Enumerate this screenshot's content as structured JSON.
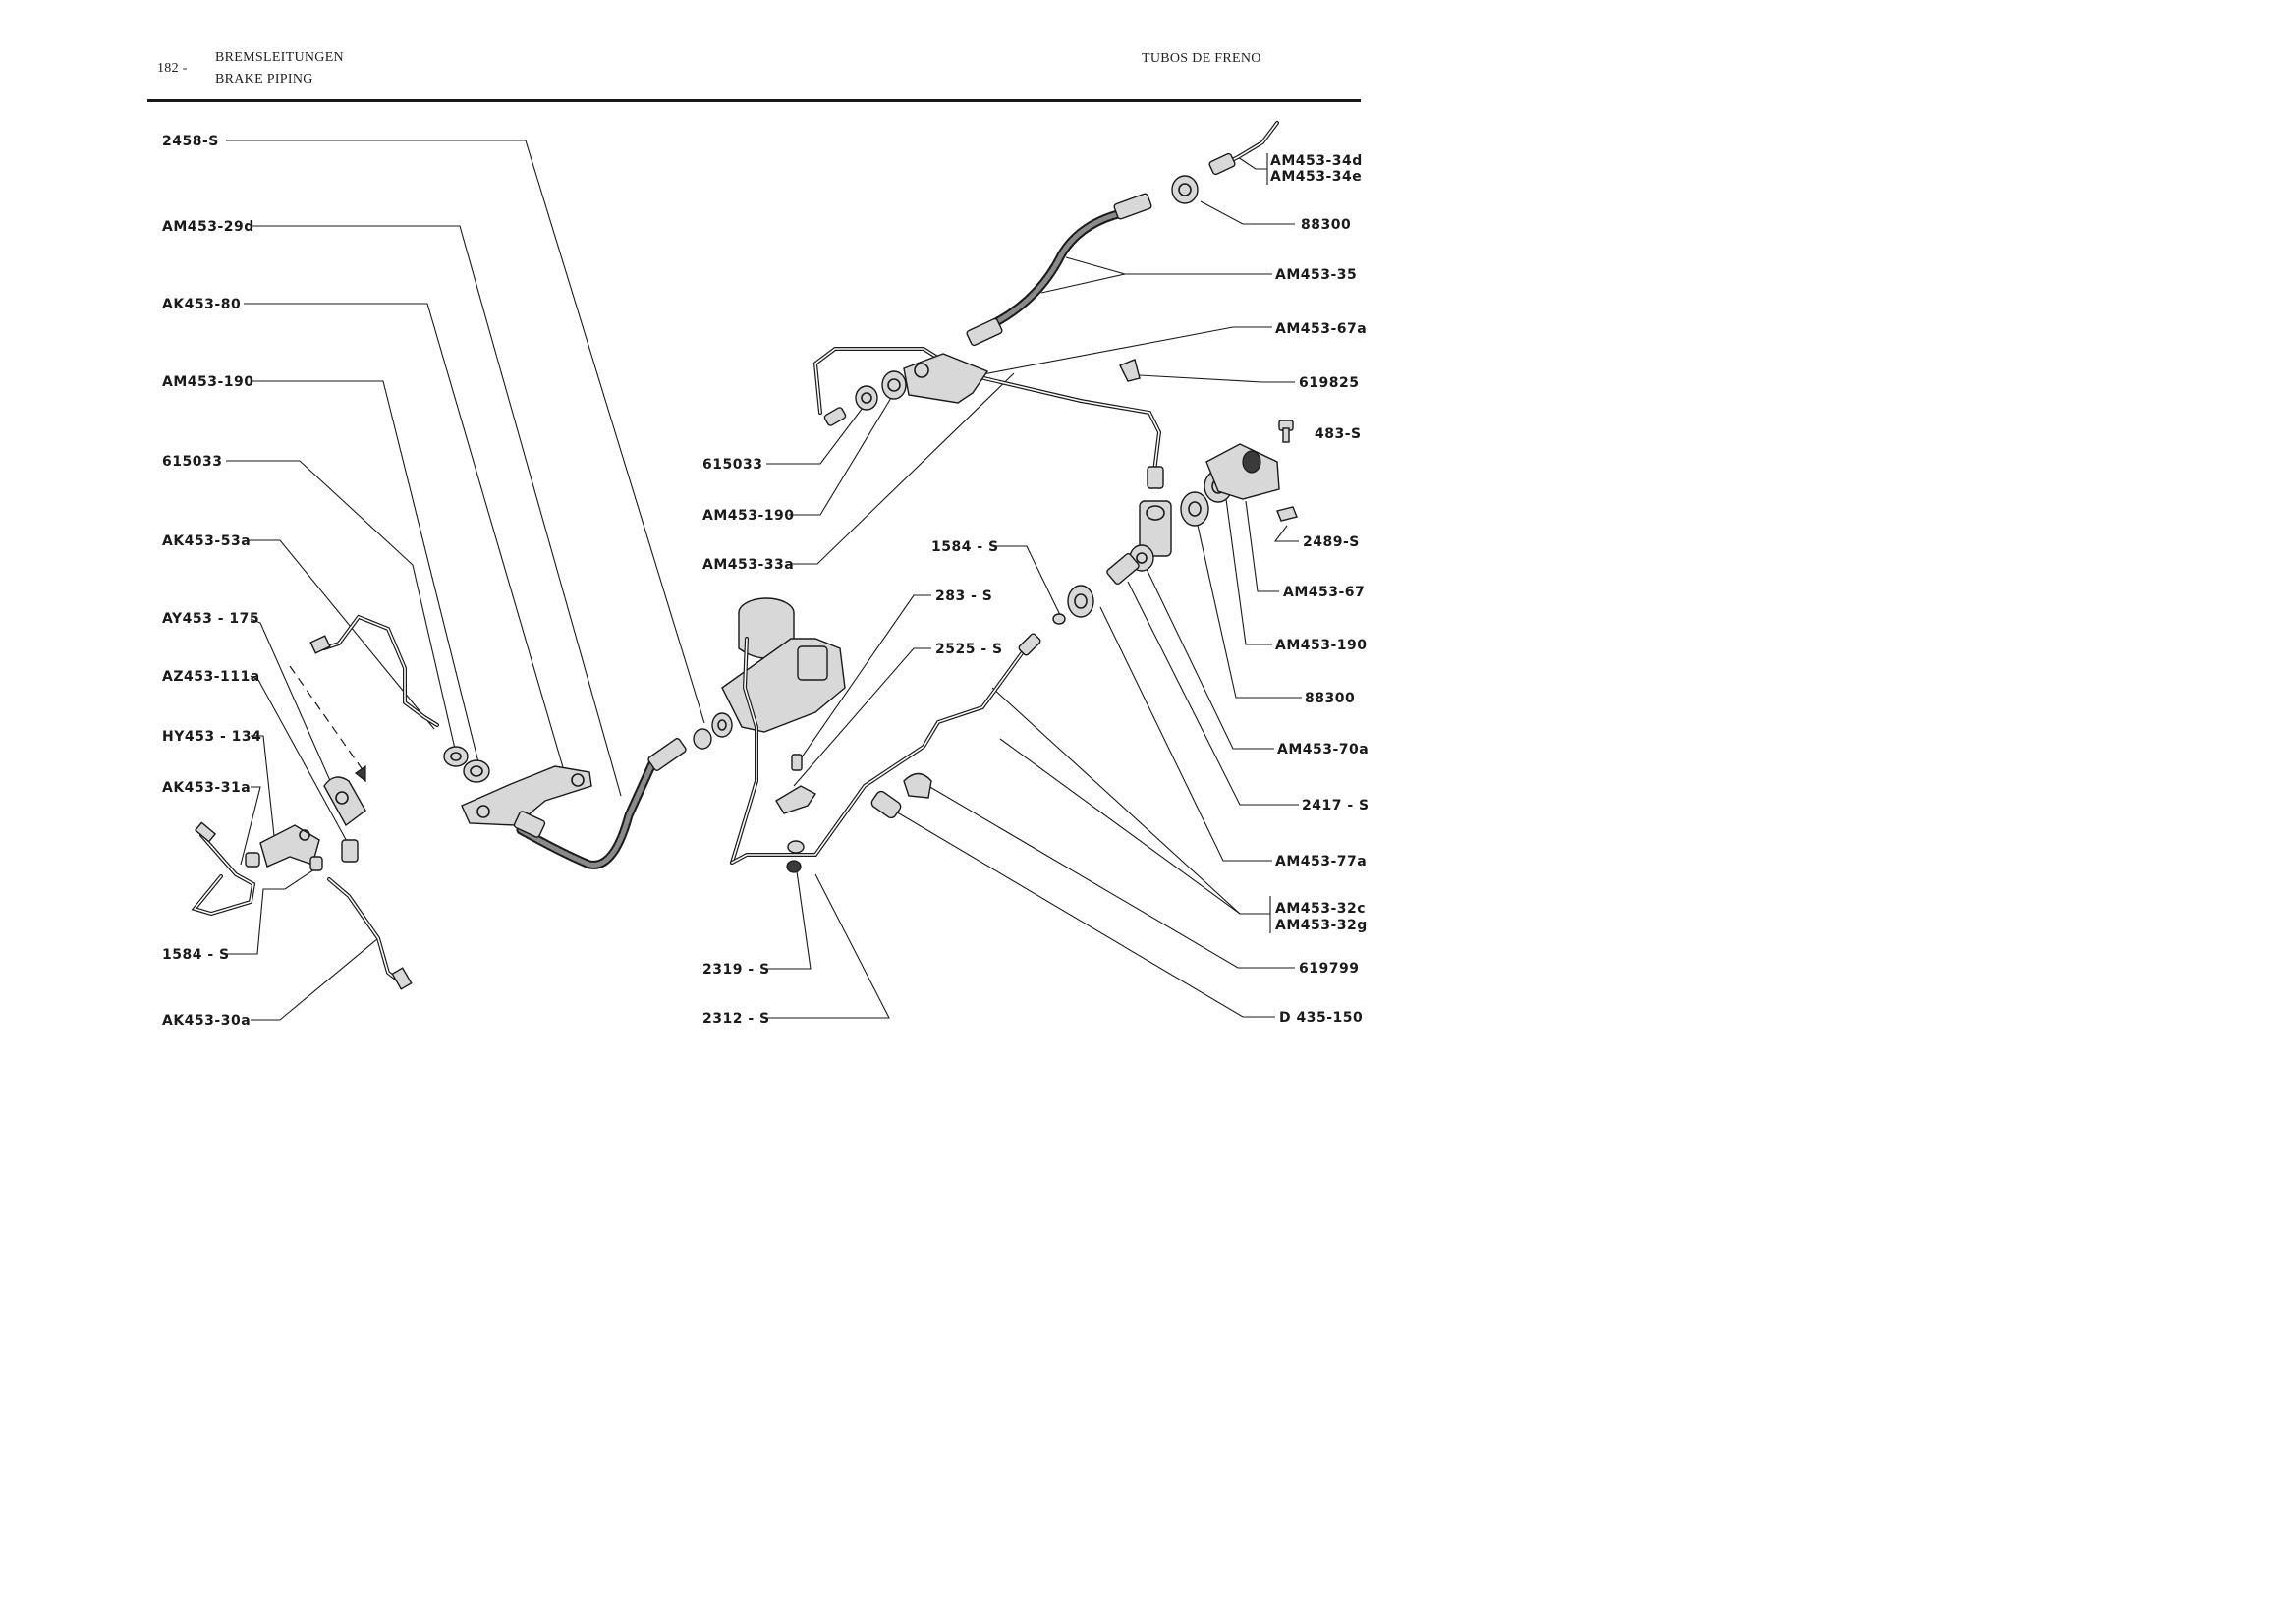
{
  "header": {
    "page_number": "182 -",
    "title_de": "BREMSLEITUNGEN",
    "title_en": "BRAKE PIPING",
    "title_es": "TUBOS DE FRENO"
  },
  "left_labels": [
    "2458-S",
    "AM453-29d",
    "AK453-80",
    "AM453-190",
    "615033",
    "AK453-53a",
    "AY453 - 175",
    "AZ453-111a",
    "HY453 - 134",
    "AK453-31a",
    "1584 - S",
    "AK453-30a"
  ],
  "center_labels": [
    "615033",
    "AM453-190",
    "AM453-33a",
    "1584 - S",
    "283 - S",
    "2525 - S",
    "2319 - S",
    "2312 - S"
  ],
  "right_labels": [
    "AM453-34d",
    "AM453-34e",
    "88300",
    "AM453-35",
    "AM453-67a",
    "619825",
    "483-S",
    "2489-S",
    "AM453-67",
    "AM453-190",
    "88300",
    "AM453-70a",
    "2417 - S",
    "AM453-77a",
    "AM453-32c",
    "AM453-32g",
    "619799",
    "D 435-150"
  ]
}
